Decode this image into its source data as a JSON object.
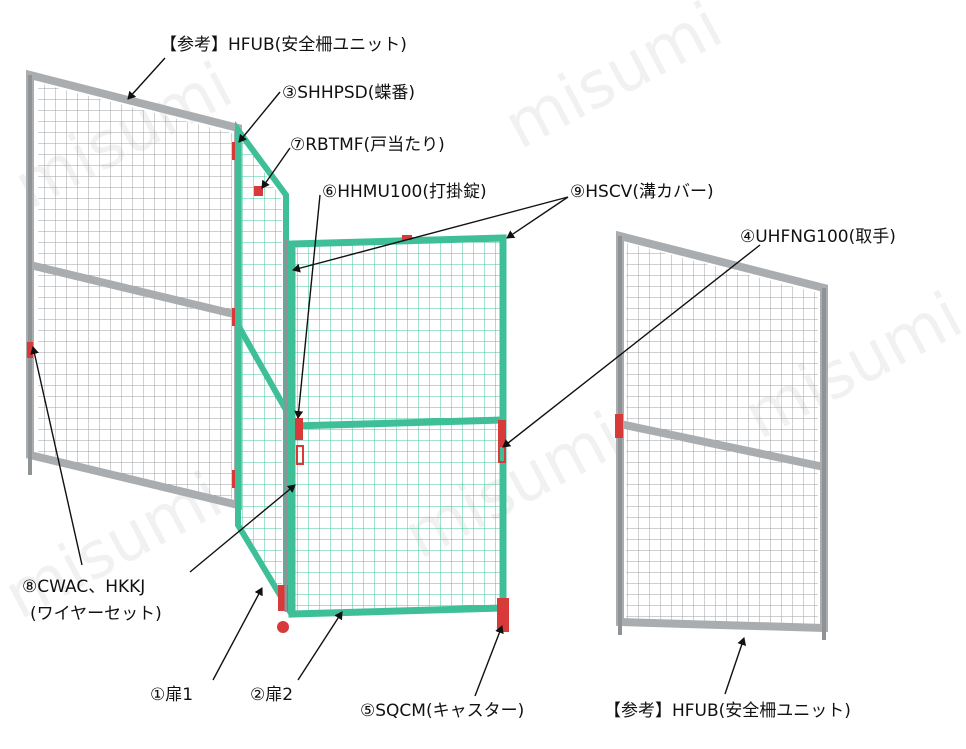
{
  "labels": {
    "ref_top": "【参考】HFUB(安全柵ユニット)",
    "hinge": "③SHHPSD(蝶番)",
    "door_stop": "⑦RBTMF(戸当たり)",
    "latch": "⑥HHMU100(打掛錠)",
    "groove_cover": "⑨HSCV(溝カバー)",
    "handle": "④UHFNG100(取手)",
    "wire_line1": "⑧CWAC、HKKJ",
    "wire_line2": "(ワイヤーセット)",
    "door1": "①扉1",
    "door2": "②扉2",
    "caster": "⑤SQCM(キャスター)",
    "ref_bottom": "【参考】HFUB(安全柵ユニット)"
  },
  "watermark": "misumi",
  "colors": {
    "frame": "#a9adaf",
    "mesh": "#9ea2a4",
    "door_frame": "#3fbf98",
    "door_mesh": "#46c59e",
    "part": "#d83a3a",
    "leader": "#111111"
  }
}
